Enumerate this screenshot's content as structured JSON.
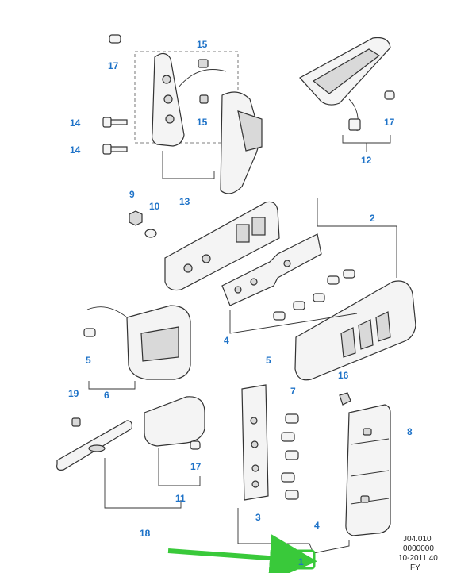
{
  "diagram": {
    "callout_color": "#1f73c8",
    "arrow_color": "#39c93a",
    "callouts": {
      "c17a": "17",
      "c15a": "15",
      "c15b": "15",
      "c14a": "14",
      "c14b": "14",
      "c13": "13",
      "c9": "9",
      "c10": "10",
      "c12": "12",
      "c17b": "17",
      "c2": "2",
      "c4a": "4",
      "c5a": "5",
      "c5b": "5",
      "c6": "6",
      "c16": "16",
      "c7": "7",
      "c8": "8",
      "c19": "19",
      "c17c": "17",
      "c11": "11",
      "c18": "18",
      "c3": "3",
      "c4b": "4",
      "c1": "1"
    },
    "code_block": {
      "ref": "J04.010",
      "number": "0000000",
      "date": "10-2011 40",
      "suffix": "FY"
    }
  }
}
